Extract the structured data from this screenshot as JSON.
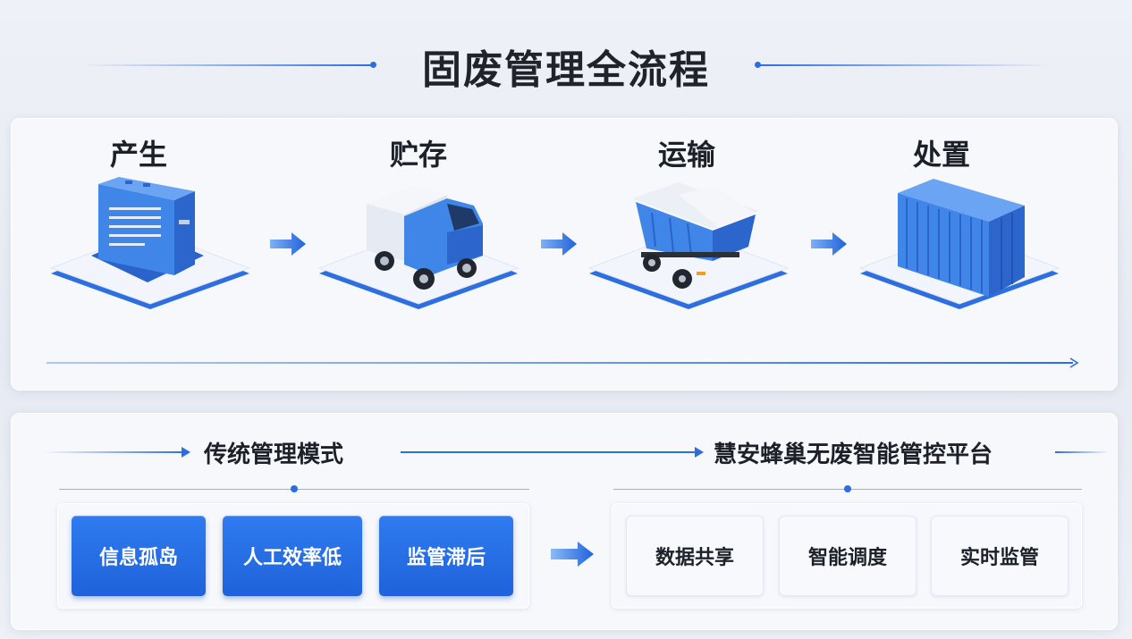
{
  "title": "固废管理全流程",
  "stages": [
    {
      "label": "产生",
      "icon": "server-cabinet-icon"
    },
    {
      "label": "贮存",
      "icon": "box-truck-icon"
    },
    {
      "label": "运输",
      "icon": "garbage-truck-icon"
    },
    {
      "label": "处置",
      "icon": "shipping-container-icon"
    }
  ],
  "traditional": {
    "title": "传统管理模式",
    "items": [
      "信息孤岛",
      "人工效率低",
      "监管滞后"
    ]
  },
  "platform": {
    "title": "慧安蜂巢无废智能管控平台",
    "items": [
      "数据共享",
      "智能调度",
      "实时监管"
    ]
  },
  "colors": {
    "accent": "#2a6ee0",
    "box_blue": "#2f7bf0",
    "icon_blue": "#3f86e8"
  }
}
